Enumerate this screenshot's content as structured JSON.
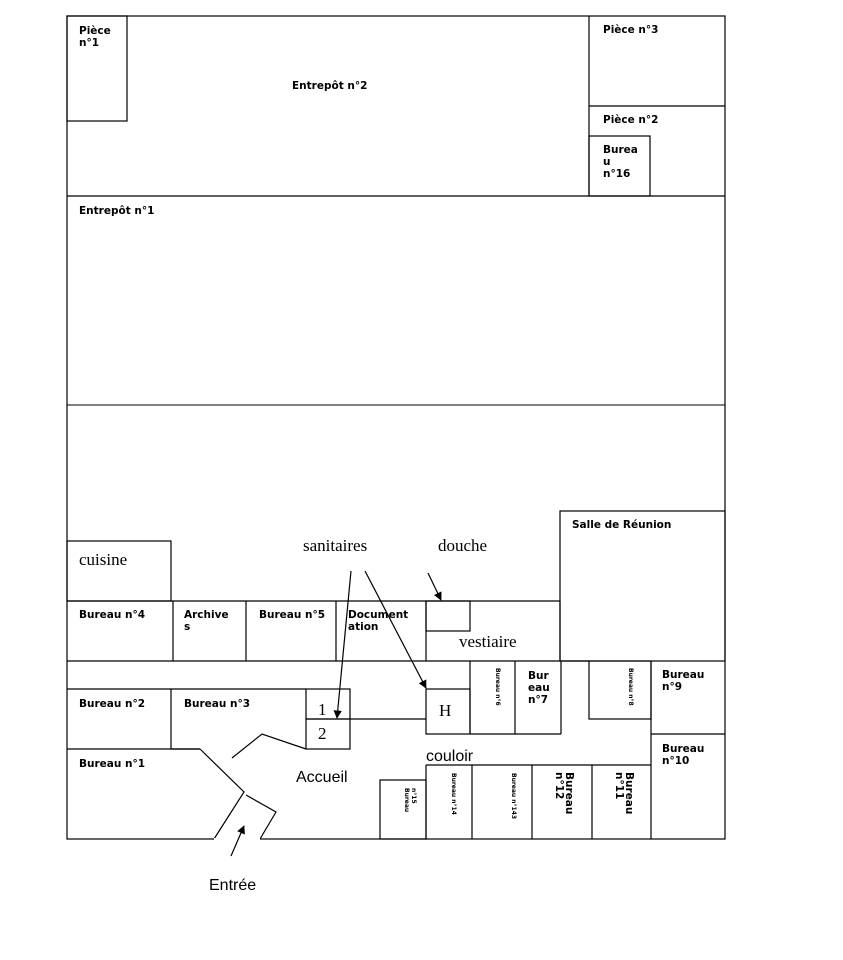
{
  "rooms": {
    "piece1": [
      "Pièce",
      "n°1"
    ],
    "entrepot2": "Entrepôt n°2",
    "piece3": "Pièce n°3",
    "piece2": "Pièce n°2",
    "bureau16": [
      "Burea",
      "u",
      "n°16"
    ],
    "entrepot1": "Entrepôt n°1",
    "salle_reunion": "Salle de Réunion",
    "cuisine": "cuisine",
    "sanitaires": "sanitaires",
    "douche": "douche",
    "bureau4": "Bureau n°4",
    "archives": [
      "Archive",
      "s"
    ],
    "bureau5": "Bureau n°5",
    "documentation": [
      "Document",
      "ation"
    ],
    "vestiaire": "vestiaire",
    "bureau6": "Bureau n°6",
    "bureau7": [
      "Bur",
      "eau",
      "n°7"
    ],
    "bureau8": "Bureau n°8",
    "bureau9": [
      "Bureau",
      "n°9"
    ],
    "bureau2": "Bureau n°2",
    "bureau3": "Bureau n°3",
    "wc1": "1",
    "wc2": "2",
    "h": "H",
    "couloir": "couloir",
    "bureau10": [
      "Bureau",
      "n°10"
    ],
    "bureau1": "Bureau n°1",
    "accueil": "Accueil",
    "bureau15": [
      "Bureau",
      "n°15"
    ],
    "bureau14": "Bureau n°14",
    "bureau143": "Bureau n°143",
    "bureau12": [
      "Bureau",
      "n°12"
    ],
    "bureau11": [
      "Bureau",
      "n°11"
    ],
    "entree": "Entrée"
  }
}
